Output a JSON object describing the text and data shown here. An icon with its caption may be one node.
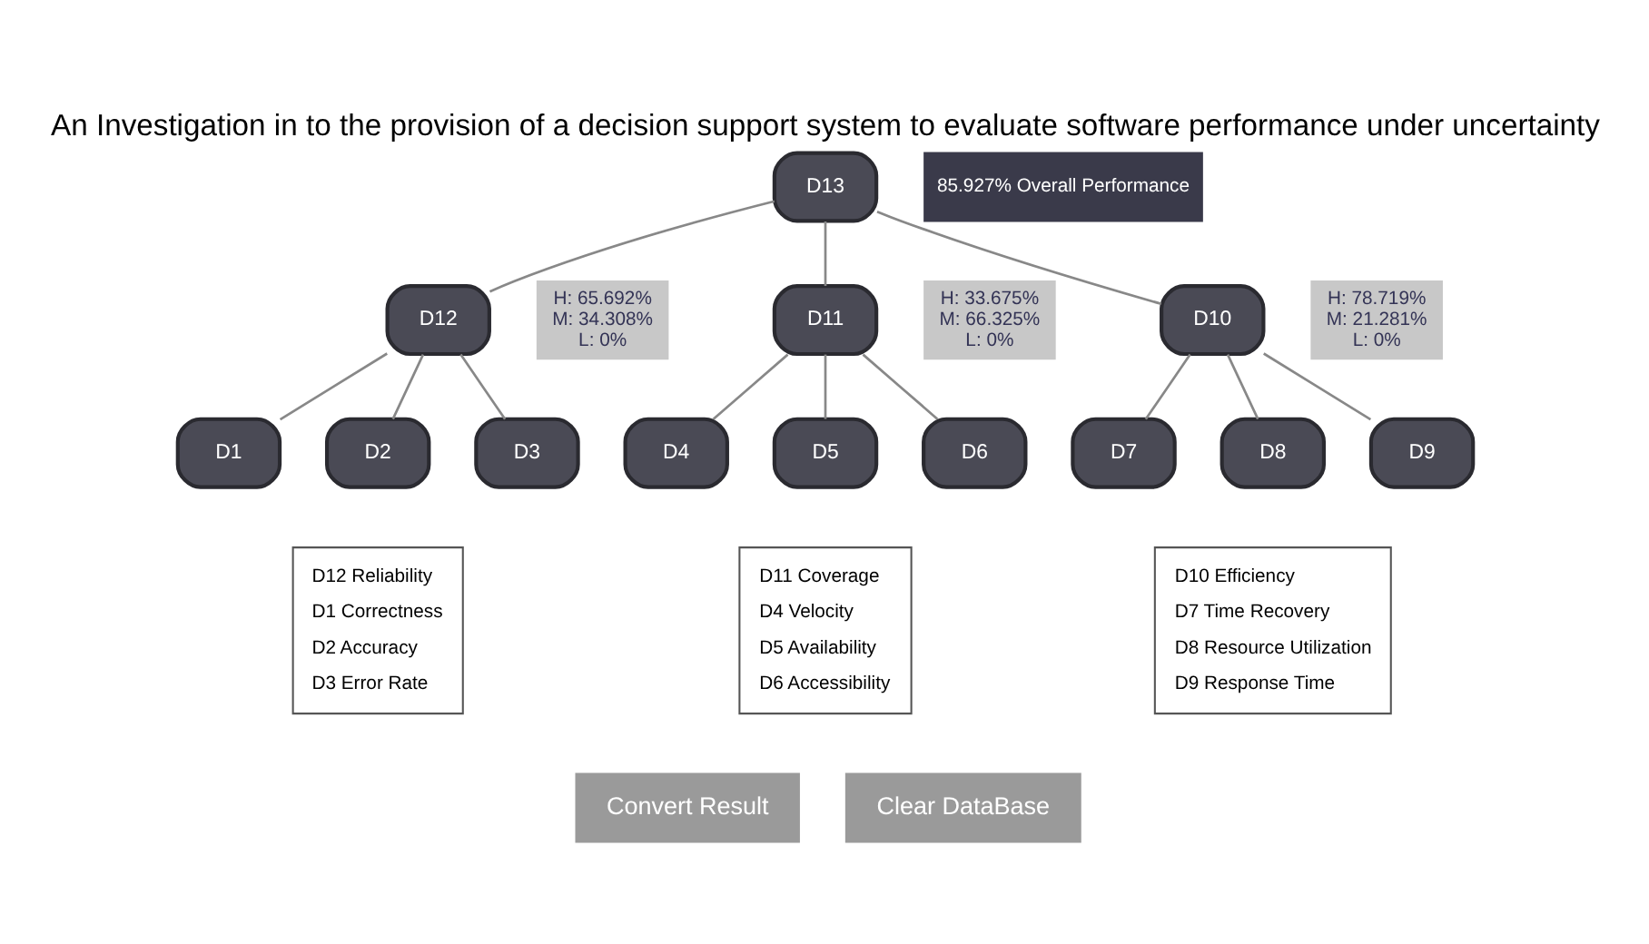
{
  "diagram": {
    "title": "An Investigation in to the provision of a decision support system to evaluate software performance under uncertainty",
    "nodes": [
      {
        "text": [
          "D13"
        ],
        "beside": [
          "85.927% Overall Performance"
        ]
      },
      {
        "text": [
          "D12"
        ],
        "beside": [
          "H: 65.692%",
          "M: 34.308%",
          "L: 0%"
        ]
      },
      {
        "text": [
          "D11"
        ],
        "beside": [
          "H: 33.675%",
          "M: 66.325%",
          "L: 0%"
        ]
      },
      {
        "text": [
          "D10"
        ],
        "beside": [
          "H: 78.719%",
          "M: 21.281%",
          "L: 0%"
        ]
      },
      {
        "text": [
          "D1"
        ]
      },
      {
        "text": [
          "D2"
        ]
      },
      {
        "text": [
          "D3"
        ]
      },
      {
        "text": [
          "D4"
        ]
      },
      {
        "text": [
          "D5"
        ]
      },
      {
        "text": [
          "D6"
        ]
      },
      {
        "text": [
          "D7"
        ]
      },
      {
        "text": [
          "D8"
        ]
      },
      {
        "text": [
          "D9"
        ]
      },
      {
        "text": [
          "D12 Reliability",
          "D1 Correctness",
          "D2 Accuracy",
          "D3 Error Rate"
        ]
      },
      {
        "text": [
          "D11 Coverage",
          "D4 Velocity",
          "D5 Availability",
          "D6 Accessibility"
        ]
      },
      {
        "text": [
          "D10 Efficiency",
          "D7 Time Recovery",
          "D8 Resource Utilization",
          "D9 Response Time"
        ]
      },
      {
        "text": [
          "Convert Result"
        ]
      },
      {
        "text": [
          "Clear DataBase"
        ]
      }
    ],
    "edges": [
      {
        "from": 0,
        "to": 1,
        "arrow": "none"
      },
      {
        "from": 0,
        "to": 2,
        "arrow": "none"
      },
      {
        "from": 0,
        "to": 3,
        "arrow": "none"
      },
      {
        "from": 1,
        "to": 4,
        "arrow": "none"
      },
      {
        "from": 1,
        "to": 5,
        "arrow": "none"
      },
      {
        "from": 1,
        "to": 6,
        "arrow": "none"
      },
      {
        "from": 2,
        "to": 7,
        "arrow": "none"
      },
      {
        "from": 2,
        "to": 8,
        "arrow": "none"
      },
      {
        "from": 2,
        "to": 9,
        "arrow": "none"
      },
      {
        "from": 3,
        "to": 10,
        "arrow": "none"
      },
      {
        "from": 3,
        "to": 11,
        "arrow": "none"
      },
      {
        "from": 3,
        "to": 12,
        "arrow": "none"
      }
    ]
  }
}
